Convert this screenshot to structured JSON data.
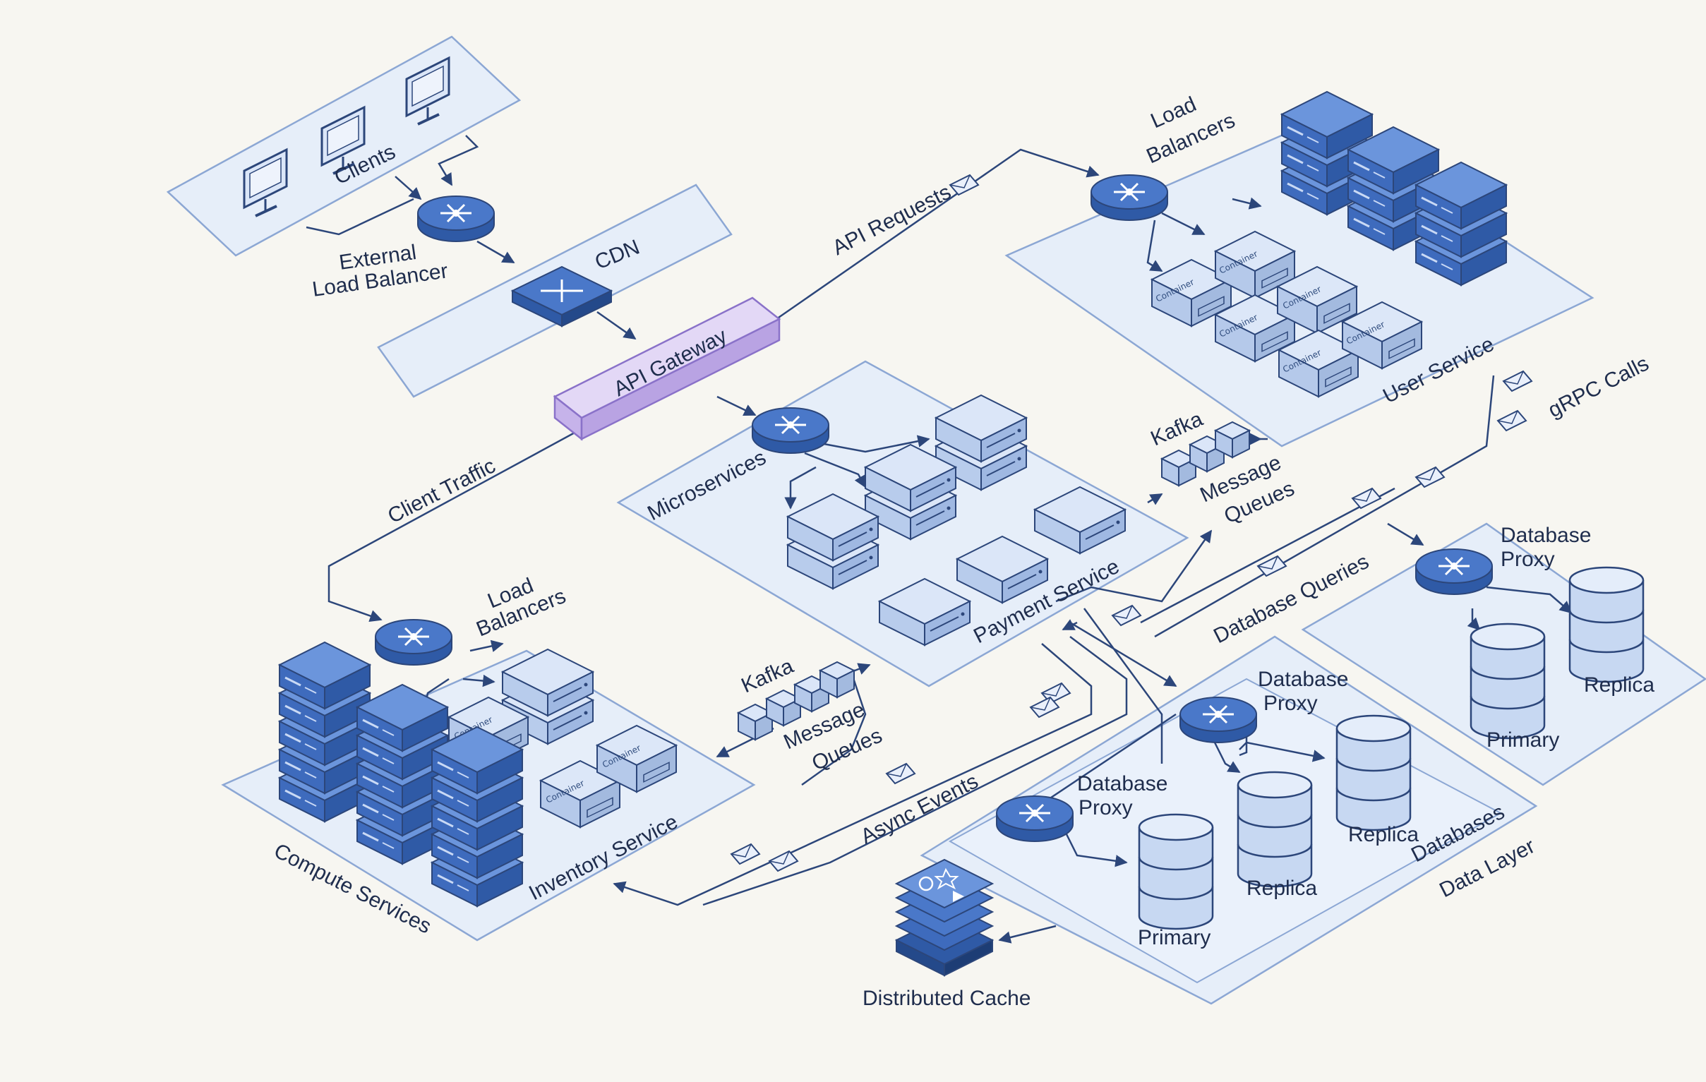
{
  "labels": {
    "clients": "Clients",
    "external_lb_line1": "External",
    "external_lb_line2": "Load Balancer",
    "cdn": "CDN",
    "api_gateway": "API Gateway",
    "api_requests": "API Requests",
    "lb_user_line1": "Load",
    "lb_user_line2": "Balancers",
    "user_service": "User Service",
    "grpc_calls": "gRPC Calls",
    "microservices": "Microservices",
    "payment_service": "Payment Service",
    "kafka_top": "Kafka",
    "mq_top_line1": "Message",
    "mq_top_line2": "Queues",
    "client_traffic": "Client Traffic",
    "lb_compute_line1": "Load",
    "lb_compute_line2": "Balancers",
    "kafka_bottom": "Kafka",
    "mq_bottom_line1": "Message",
    "mq_bottom_line2": "Queues",
    "inventory_service": "Inventory Service",
    "compute_services": "Compute Services",
    "async_events": "Async Events",
    "database_queries": "Database Queries",
    "db_proxy_right_line1": "Database",
    "db_proxy_right_line2": "Proxy",
    "replica_right": "Replica",
    "primary_right": "Primary",
    "db_proxy_mid_line1": "Database",
    "db_proxy_mid_line2": "Proxy",
    "replica_mid": "Replica",
    "db_proxy_left_line1": "Database",
    "db_proxy_left_line2": "Proxy",
    "primary_left": "Primary",
    "replica_left": "Replica",
    "databases": "Databases",
    "data_layer": "Data Layer",
    "distributed_cache": "Distributed Cache",
    "container": "Container"
  },
  "colors": {
    "background": "#f7f6f1",
    "panel_fill": "#e6eef9",
    "panel_stroke": "#8ca7d4",
    "line": "#2c467a",
    "server_dark": "#4a78c9",
    "server_light": "#c3d5f1",
    "gateway": "#d7c9f1",
    "text": "#1f2d4d"
  },
  "icons": [
    "monitor-icon",
    "router-icon",
    "server-stack-icon",
    "container-icon",
    "database-cylinder-icon",
    "envelope-icon",
    "cache-icon"
  ]
}
